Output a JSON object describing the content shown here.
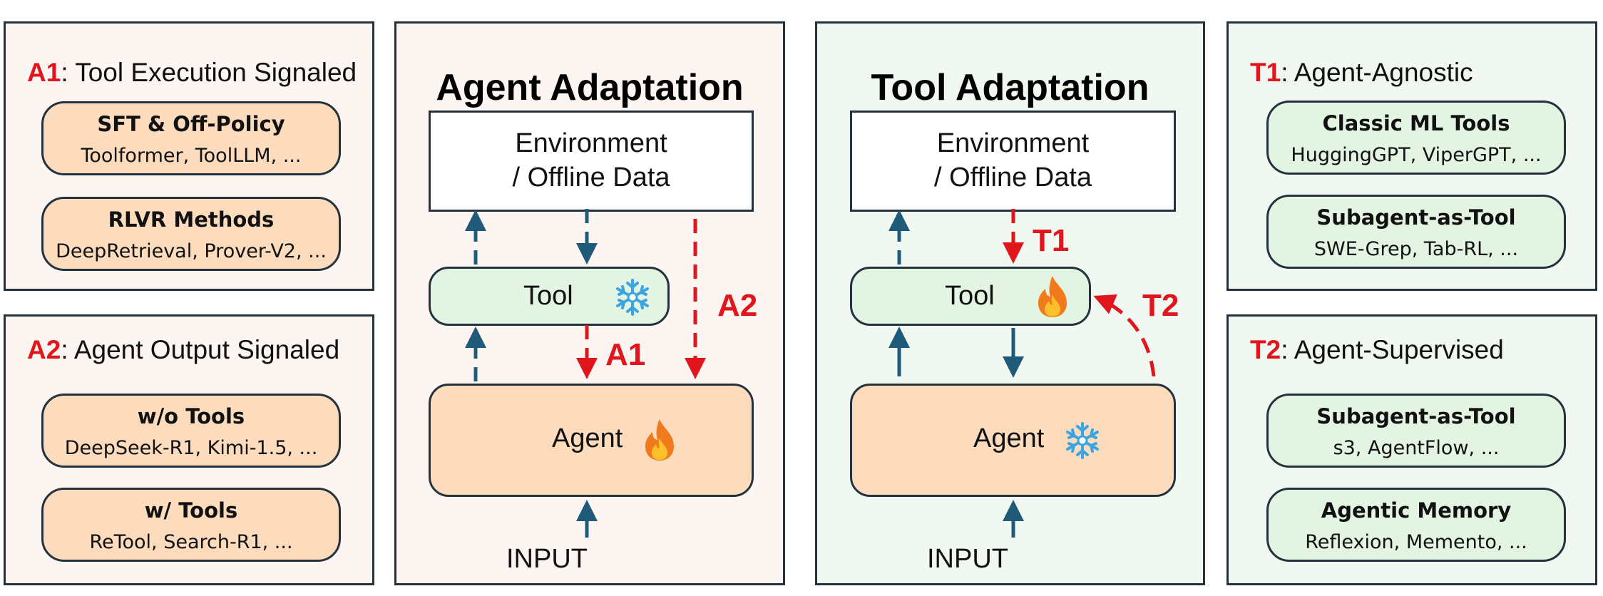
{
  "a1": {
    "tag": "A1",
    "title": ": Tool Execution Signaled",
    "items": [
      {
        "title": "SFT & Off-Policy",
        "examples": "Toolformer, ToolLLM, ..."
      },
      {
        "title": "RLVR Methods",
        "examples": "DeepRetrieval, Prover-V2, ..."
      }
    ]
  },
  "a2": {
    "tag": "A2",
    "title": ": Agent Output Signaled",
    "items": [
      {
        "title": "w/o Tools",
        "examples": "DeepSeek-R1, Kimi-1.5, ..."
      },
      {
        "title": "w/ Tools",
        "examples": "ReTool, Search-R1, ..."
      }
    ]
  },
  "agent_adaptation": {
    "title": "Agent Adaptation",
    "env_line1": "Environment",
    "env_line2": "/ Offline Data",
    "tool_label": "Tool",
    "agent_label": "Agent",
    "input_label": "INPUT",
    "flow_a1": "A1",
    "flow_a2": "A2",
    "tool_state_icon": "snowflake-icon",
    "agent_state_icon": "fire-icon"
  },
  "tool_adaptation": {
    "title": "Tool Adaptation",
    "env_line1": "Environment",
    "env_line2": "/ Offline Data",
    "tool_label": "Tool",
    "agent_label": "Agent",
    "input_label": "INPUT",
    "flow_t1": "T1",
    "flow_t2": "T2",
    "tool_state_icon": "fire-icon",
    "agent_state_icon": "snowflake-icon"
  },
  "t1": {
    "tag": "T1",
    "title": ": Agent-Agnostic",
    "items": [
      {
        "title": "Classic ML Tools",
        "examples": "HuggingGPT, ViperGPT, ..."
      },
      {
        "title": "Subagent-as-Tool",
        "examples": "SWE-Grep, Tab-RL, ..."
      }
    ]
  },
  "t2": {
    "tag": "T2",
    "title": ": Agent-Supervised",
    "items": [
      {
        "title": "Subagent-as-Tool",
        "examples": "s3, AgentFlow, ..."
      },
      {
        "title": "Agentic Memory",
        "examples": "Reflexion, Memento, ..."
      }
    ]
  },
  "colors": {
    "accent_red": "#e0161c",
    "arrow_blue": "#1f5a78",
    "agent_fill": "#fcdcbd",
    "tool_fill": "#e3f4e3",
    "border": "#23323c"
  }
}
